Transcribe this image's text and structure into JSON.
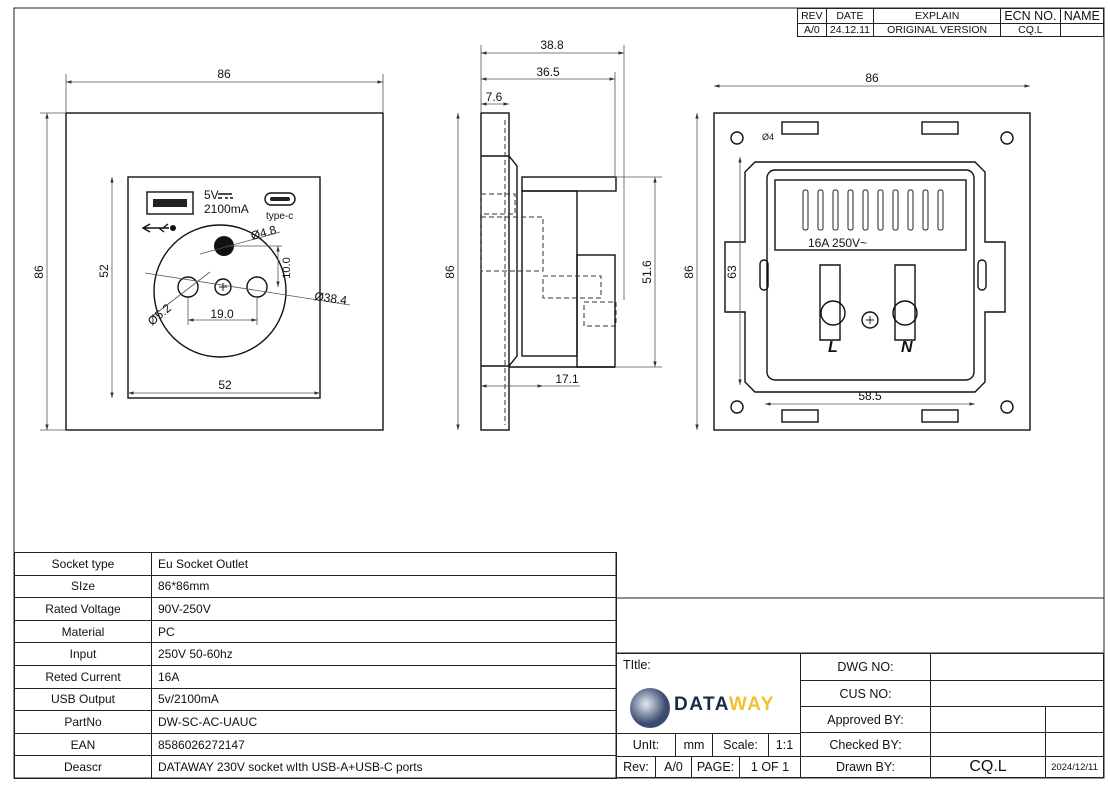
{
  "revision_table": {
    "headers": [
      "REV",
      "DATE",
      "EXPLAIN",
      "ECN NO.",
      "NAME"
    ],
    "row": [
      "A/0",
      "24.12.11",
      "ORIGINAL VERSION",
      "CQ.L",
      ""
    ]
  },
  "front_view": {
    "width_dim": "86",
    "height_dim": "86",
    "inner_height_dim": "52",
    "inner_width_dim": "52",
    "usb_rating_line1": "5V",
    "usb_rating_line2": "2100mA",
    "typec_label": "type-c",
    "earth_dia": "Ø4.8",
    "pin_dia": "Ø5.2",
    "circle_dia": "Ø38.4",
    "pin_spacing": "19.0",
    "earth_offset": "10.0"
  },
  "side_view": {
    "depth_total": "38.8",
    "depth_body": "36.5",
    "plate_thickness": "7.6",
    "height_dim": "86",
    "body_height": "51.6",
    "clip_depth": "17.1"
  },
  "back_view": {
    "width_dim": "86",
    "height_dim": "86",
    "hole_dia": "Ø4",
    "inner_height": "63",
    "inner_width": "58.5",
    "rating": "16A 250V~",
    "live_label": "L",
    "neutral_label": "N"
  },
  "spec_table": [
    {
      "label": "Socket type",
      "value": "Eu Socket Outlet"
    },
    {
      "label": "SIze",
      "value": "86*86mm"
    },
    {
      "label": "Rated Voltage",
      "value": "90V-250V"
    },
    {
      "label": "Material",
      "value": "PC"
    },
    {
      "label": "Input",
      "value": "250V  50-60hz"
    },
    {
      "label": "Reted Current",
      "value": "16A"
    },
    {
      "label": "USB Output",
      "value": "5v/2100mA"
    },
    {
      "label": "PartNo",
      "value": "DW-SC-AC-UAUC"
    },
    {
      "label": "EAN",
      "value": "8586026272147"
    },
    {
      "label": "Deascr",
      "value": "DATAWAY 230V socket wIth USB-A+USB-C ports"
    }
  ],
  "title_block": {
    "title_label": "TItle:",
    "logo_text_dark": "DATA",
    "logo_text_accent": "WAY",
    "logo_colors": {
      "dark": "#1c2a4a",
      "accent": "#f2c12e"
    },
    "unit_label": "UnIt:",
    "unit_value": "mm",
    "scale_label": "Scale:",
    "scale_value": "1:1",
    "rev_label": "Rev:",
    "rev_value": "A/0",
    "page_label": "PAGE:",
    "page_value": "1 OF 1",
    "dwg_no_label": "DWG NO:",
    "cus_no_label": "CUS NO:",
    "approved_label": "Approved BY:",
    "checked_label": "Checked BY:",
    "drawn_label": "Drawn BY:",
    "drawn_value": "CQ.L",
    "drawn_date": "2024/12/11"
  }
}
